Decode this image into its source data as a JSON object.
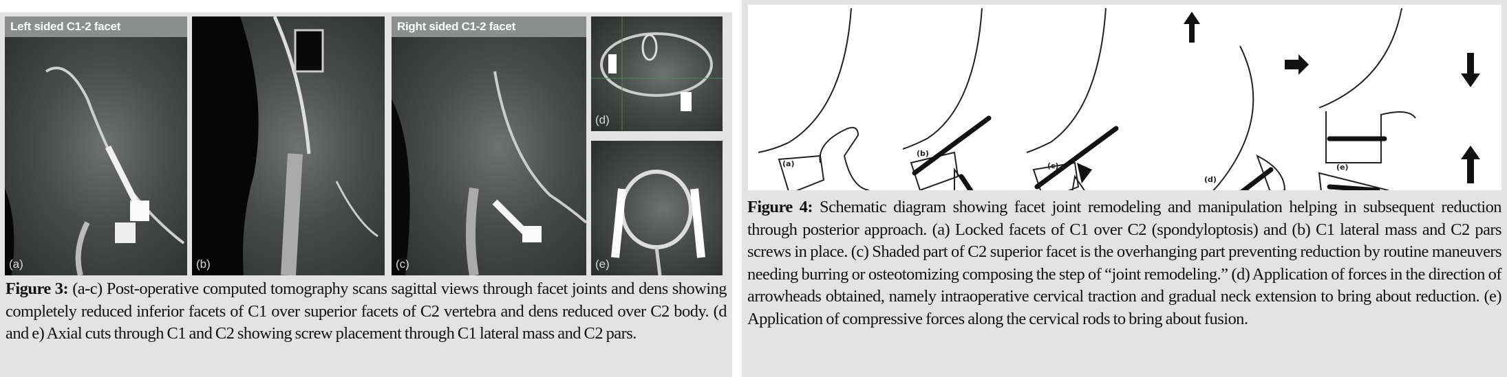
{
  "figure3": {
    "panels": [
      {
        "id": "a",
        "label": "(a)",
        "banner": "Left sided C1-2 facet"
      },
      {
        "id": "b",
        "label": "(b)"
      },
      {
        "id": "c",
        "label": "(c)",
        "banner": "Right  sided C1-2 facet"
      },
      {
        "id": "d",
        "label": "(d)"
      },
      {
        "id": "e",
        "label": "(e)"
      }
    ],
    "caption_title": "Figure 3:",
    "caption_text": " (a-c) Post-operative computed tomography scans sagittal views through facet joints and dens showing completely reduced inferior facets of C1 over superior facets of C2 vertebra and dens reduced over C2 body. (d and e) Axial cuts through C1 and C2 showing screw placement through C1 lateral mass and C2 pars."
  },
  "figure4": {
    "labels": [
      "(a)",
      "(b)",
      "(c)",
      "(d)",
      "(e)"
    ],
    "caption_title": "Figure 4:",
    "caption_text": " Schematic diagram showing facet joint remodeling and manipulation helping in subsequent reduction through posterior approach. (a) Locked facets of C1 over C2 (spondyloptosis) and (b) C1 lateral mass and C2 pars screws in place. (c) Shaded part of C2 superior facet is the overhanging part preventing reduction by routine maneuvers needing burring or osteotomizing composing the step of “joint remodeling.” (d) Application of forces in the direction of arrowheads obtained, namely intraoperative cervical traction and gradual neck extension to bring about reduction. (e) Application of compressive forces along the cervical rods to bring about fusion."
  }
}
